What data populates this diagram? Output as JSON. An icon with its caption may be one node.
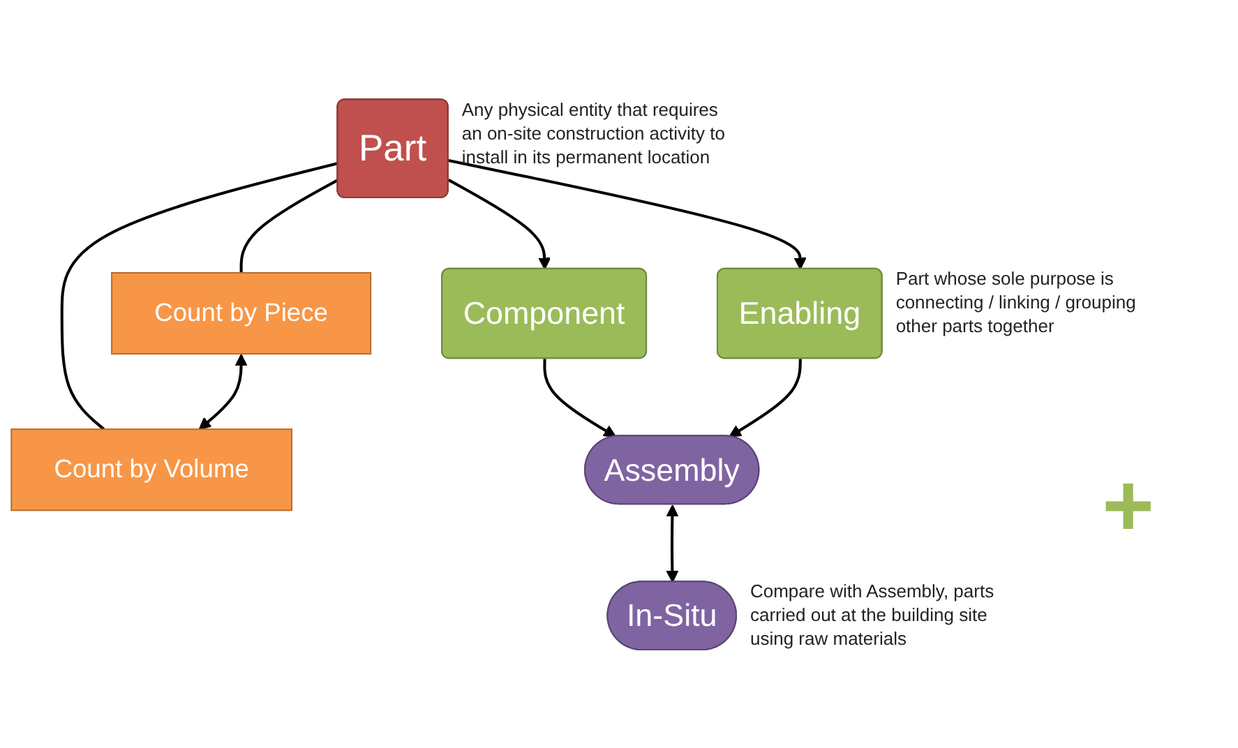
{
  "diagram": {
    "nodes": [
      {
        "text": [
          "Part"
        ],
        "beside": [
          "Any physical entity that requires an on-site construction activity to install in its permanent location"
        ]
      },
      {
        "text": [
          "Count by Piece"
        ]
      },
      {
        "text": [
          "Count by Volume"
        ]
      },
      {
        "text": [
          "Component"
        ]
      },
      {
        "text": [
          "Enabling"
        ],
        "beside": [
          "Part whose sole purpose is connecting / linking / grouping other parts together"
        ]
      },
      {
        "text": [
          "Assembly"
        ]
      },
      {
        "text": [
          "In-Situ"
        ],
        "beside": [
          "Compare with Assembly, parts carried out at the building site using raw materials"
        ]
      }
    ],
    "edges": [
      {
        "from": 0,
        "to": 1,
        "arrow": "none"
      },
      {
        "from": 0,
        "to": 2,
        "arrow": "none"
      },
      {
        "from": 1,
        "to": 2,
        "arrow": "both"
      },
      {
        "from": 0,
        "to": 3,
        "arrow": "to"
      },
      {
        "from": 0,
        "to": 4,
        "arrow": "to"
      },
      {
        "from": 3,
        "to": 5,
        "arrow": "to"
      },
      {
        "from": 4,
        "to": 5,
        "arrow": "to"
      },
      {
        "from": 5,
        "to": 6,
        "arrow": "both"
      }
    ],
    "labels": [
      "+"
    ]
  }
}
